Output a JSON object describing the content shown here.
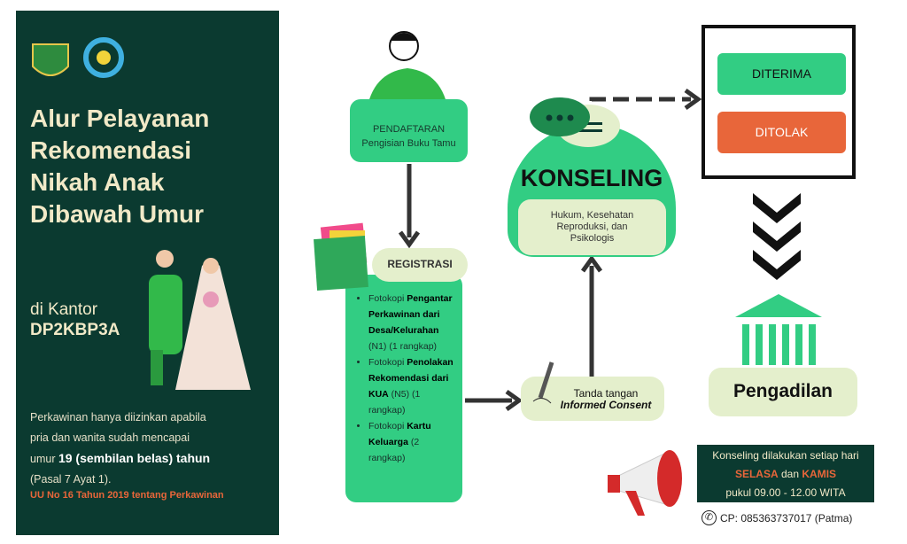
{
  "left_panel": {
    "title": "Alur Pelayanan Rekomendasi Nikah Anak Dibawah Umur",
    "subtitle_1": "di Kantor",
    "subtitle_2": "DP2KBP3A",
    "note_1": "Perkawinan hanya diizinkan apabila",
    "note_2": "pria dan wanita sudah mencapai",
    "note_3a": "umur ",
    "note_3b": "19 (sembilan belas) tahun",
    "note_4": "(Pasal 7 Ayat 1).",
    "law": "UU No 16 Tahun 2019 tentang Perkawinan"
  },
  "pendaftaran": {
    "title": "PENDAFTARAN",
    "subtitle": "Pengisian Buku Tamu"
  },
  "registrasi": {
    "title": "REGISTRASI",
    "items": [
      {
        "pre": "Fotokopi ",
        "bold": "Pengantar Perkawinan dari Desa/Kelurahan",
        "post": " (N1) (1 rangkap)"
      },
      {
        "pre": "Fotokopi ",
        "bold": "Penolakan Rekomendasi dari KUA",
        "post": " (N5) (1 rangkap)"
      },
      {
        "pre": "Fotokopi ",
        "bold": "Kartu Keluarga",
        "post": " (2 rangkap)"
      }
    ]
  },
  "tanda_tangan": {
    "line1": "Tanda tangan",
    "line2": "Informed Consent"
  },
  "konseling": {
    "title": "KONSELING",
    "desc": "Hukum, Kesehatan Reproduksi, dan Psikologis"
  },
  "result": {
    "accepted": "DITERIMA",
    "rejected": "DITOLAK"
  },
  "pengadilan": "Pengadilan",
  "schedule": {
    "line1": "Konseling dilakukan setiap hari",
    "day1": "SELASA",
    "and": " dan ",
    "day2": "KAMIS",
    "line3": "pukul 09.00 - 12.00 WITA"
  },
  "contact": "CP: 085363737017 (Patma)",
  "colors": {
    "dark": "#0b3a30",
    "green": "#32cd83",
    "light": "#e4efcc",
    "orange": "#e8663a"
  }
}
